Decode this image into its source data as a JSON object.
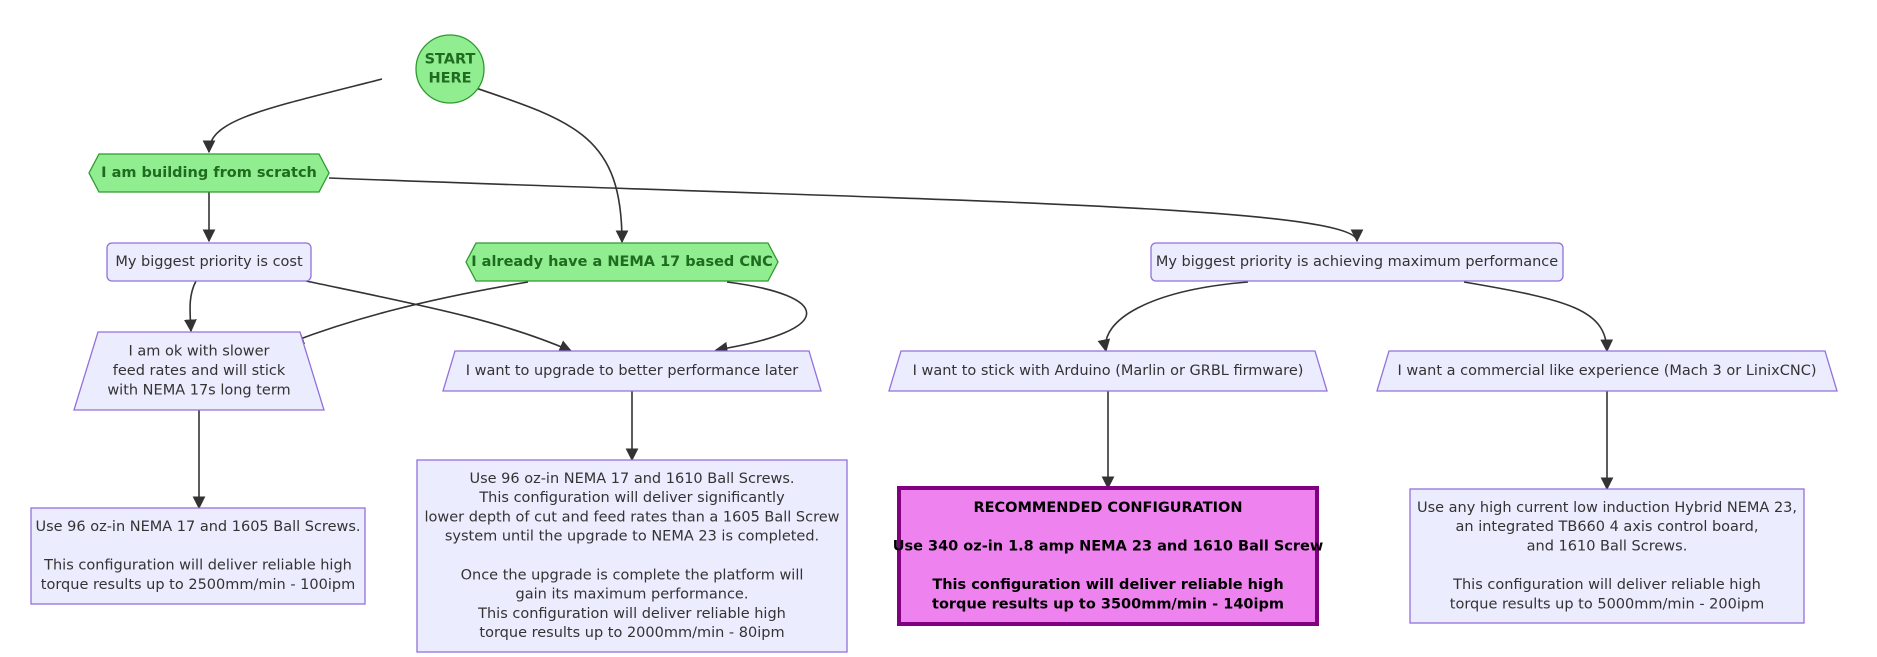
{
  "colors": {
    "default_fill": "#ECECFF",
    "default_stroke": "#9370DB",
    "green_fill": "#90EE90",
    "green_stroke": "#2E9A2E",
    "green_text": "#1f6b1f",
    "recommended_fill": "#EE82EE",
    "recommended_stroke": "#800080",
    "edge": "#333333"
  },
  "nodes": {
    "start": {
      "shape": "circle",
      "style": "green",
      "lines": [
        "START",
        "HERE"
      ]
    },
    "scratch": {
      "shape": "hexagon",
      "style": "green",
      "lines": [
        "I am building from scratch"
      ]
    },
    "nema17cnc": {
      "shape": "hexagon",
      "style": "green",
      "lines": [
        "I already have a NEMA 17 based CNC"
      ]
    },
    "cost": {
      "shape": "rect",
      "style": "default",
      "lines": [
        "My biggest priority is cost"
      ]
    },
    "maxperf": {
      "shape": "rect",
      "style": "default",
      "lines": [
        "My biggest priority is achieving maximum performance"
      ]
    },
    "slow": {
      "shape": "trapezoid",
      "style": "default",
      "lines": [
        "I am ok with slower",
        "feed rates and will stick",
        "with NEMA 17s long term"
      ]
    },
    "upgrade": {
      "shape": "trapezoid",
      "style": "default",
      "lines": [
        "I want to upgrade to better performance later"
      ]
    },
    "arduino": {
      "shape": "trapezoid",
      "style": "default",
      "lines": [
        "I want to stick with Arduino (Marlin or GRBL firmware)"
      ]
    },
    "commercial": {
      "shape": "trapezoid",
      "style": "default",
      "lines": [
        "I want a commercial like experience (Mach 3 or LinixCNC)"
      ]
    },
    "cfg1605": {
      "shape": "rect-sharp",
      "style": "default",
      "lines": [
        "Use 96 oz-in NEMA 17 and 1605 Ball Screws.",
        "",
        "This configuration will deliver reliable high",
        "torque results up to 2500mm/min - 100ipm"
      ]
    },
    "cfg1610": {
      "shape": "rect-sharp",
      "style": "default",
      "lines": [
        "Use 96 oz-in NEMA 17 and 1610 Ball Screws.",
        "This configuration will deliver significantly",
        "lower depth of cut and feed rates than a 1605 Ball Screw",
        "system until the upgrade to NEMA 23 is completed.",
        "",
        "Once the upgrade is complete the platform will",
        "gain its maximum performance.",
        "This configuration will deliver reliable high",
        "torque results up to 2000mm/min - 80ipm"
      ]
    },
    "recommended": {
      "shape": "rect-sharp",
      "style": "recommended",
      "lines": [
        "RECOMMENDED CONFIGURATION",
        "",
        "Use 340 oz-in 1.8 amp NEMA 23 and 1610 Ball Screw",
        "",
        "This configuration will deliver reliable high",
        "torque results up to 3500mm/min - 140ipm"
      ]
    },
    "hybrid": {
      "shape": "rect-sharp",
      "style": "default",
      "lines": [
        "Use any high current low induction Hybrid NEMA 23,",
        "an integrated TB660 4 axis control board,",
        "and 1610 Ball Screws.",
        "",
        "This configuration will deliver reliable high",
        "torque results up to 5000mm/min - 200ipm"
      ]
    }
  },
  "edges": [
    {
      "from": "start",
      "to": "scratch"
    },
    {
      "from": "start",
      "to": "nema17cnc"
    },
    {
      "from": "scratch",
      "to": "cost"
    },
    {
      "from": "scratch",
      "to": "maxperf"
    },
    {
      "from": "cost",
      "to": "slow"
    },
    {
      "from": "cost",
      "to": "upgrade"
    },
    {
      "from": "nema17cnc",
      "to": "slow"
    },
    {
      "from": "nema17cnc",
      "to": "upgrade"
    },
    {
      "from": "maxperf",
      "to": "arduino"
    },
    {
      "from": "maxperf",
      "to": "commercial"
    },
    {
      "from": "slow",
      "to": "cfg1605"
    },
    {
      "from": "upgrade",
      "to": "cfg1610"
    },
    {
      "from": "arduino",
      "to": "recommended"
    },
    {
      "from": "commercial",
      "to": "hybrid"
    }
  ]
}
